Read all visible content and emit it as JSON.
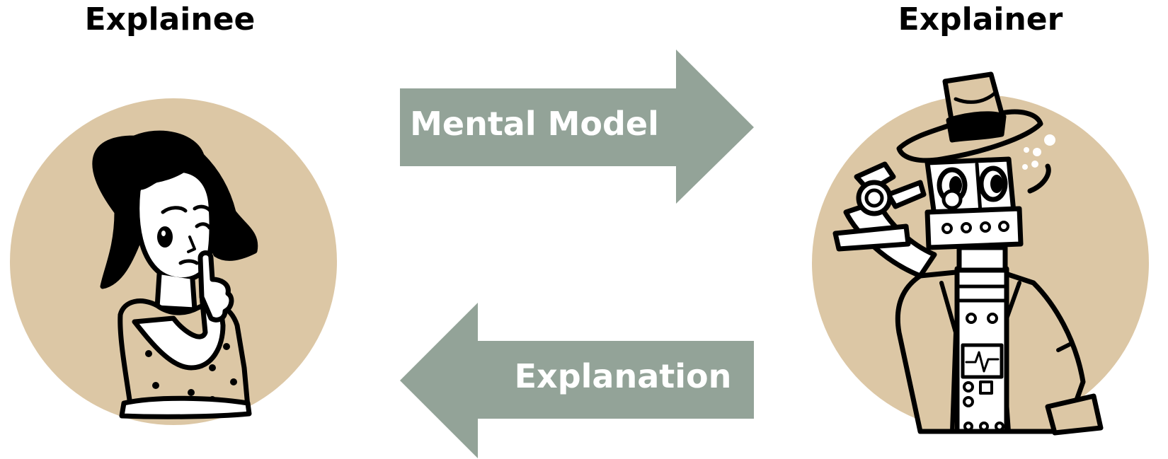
{
  "headings": {
    "explainee": "Explainee",
    "explainer": "Explainer"
  },
  "arrows": {
    "top_label": "Mental Model",
    "bottom_label": "Explanation"
  },
  "colors": {
    "arrow_fill": "#93a398",
    "circle_fill": "#dcc7a5",
    "ink": "#000000",
    "label_text": "#ffffff"
  },
  "icons": {
    "left": "woman-thinking-illustration",
    "right": "robot-detective-illustration"
  }
}
